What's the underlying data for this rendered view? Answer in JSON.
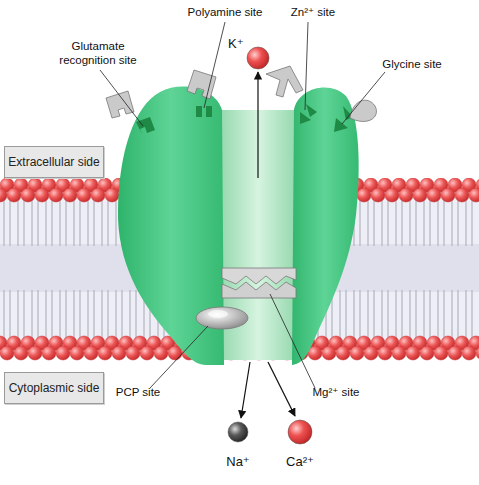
{
  "diagram": {
    "nodes": [
      {
        "text": [
          "K⁺"
        ]
      },
      {
        "text": [
          "Extracellular side"
        ]
      },
      {
        "text": [
          "Cytoplasmic side"
        ]
      },
      {
        "text": [
          "Na⁺"
        ]
      },
      {
        "text": [
          "Ca²⁺"
        ]
      }
    ],
    "labels": [
      "Glutamate recognition site",
      "Polyamine site",
      "Zn²⁺ site",
      "Glycine site",
      "PCP site",
      "Mg²⁺ site"
    ]
  }
}
